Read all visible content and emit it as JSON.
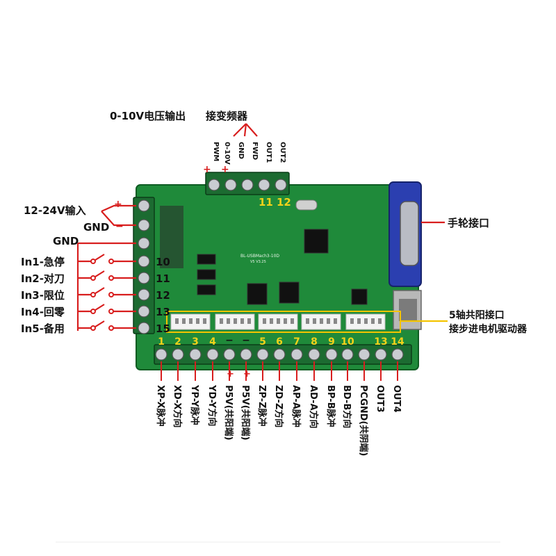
{
  "top_labels": {
    "line1": "0-10V电压输出",
    "line2": "接变频器"
  },
  "top_terminal_labels": [
    "PWM",
    "0-10V",
    "GND",
    "FWD",
    "OUT1",
    "OUT2"
  ],
  "top_pin_numbers": [
    "11",
    "12"
  ],
  "board_text": [
    "BL-USBMach3-10D",
    "V5 V3.25"
  ],
  "left_labels": {
    "power_in": "12-24V输入",
    "gnd1": "GND",
    "gnd2": "GND",
    "inputs": [
      "In1-急停",
      "In2-对刀",
      "In3-限位",
      "In4-回零",
      "In5-备用"
    ],
    "input_numbers": [
      "10",
      "11",
      "12",
      "13",
      "15"
    ]
  },
  "right_labels": {
    "handwheel": "手轮接口",
    "axis_line1": "5轴共阳接口",
    "axis_line2": "接步进电机驱动器"
  },
  "bottom_numbers": [
    "1",
    "2",
    "3",
    "4",
    "5",
    "6",
    "7",
    "8",
    "9",
    "10",
    "13",
    "14"
  ],
  "bottom_labels": [
    "XP-X脉冲",
    "XD-X方向",
    "YP-Y脉冲",
    "YD-Y方向",
    "P5V(共阳端)",
    "P5V(共阳端)",
    "ZP-Z脉冲",
    "ZD-Z方向",
    "AP-A脉冲",
    "AD-A方向",
    "BP-B脉冲",
    "BD-B方向",
    "PCGND(共阴端)",
    "OUT3",
    "OUT4"
  ],
  "colors": {
    "board": "#1f8a3a",
    "wire": "#d81e1e",
    "pin_number": "#f2d21a"
  }
}
